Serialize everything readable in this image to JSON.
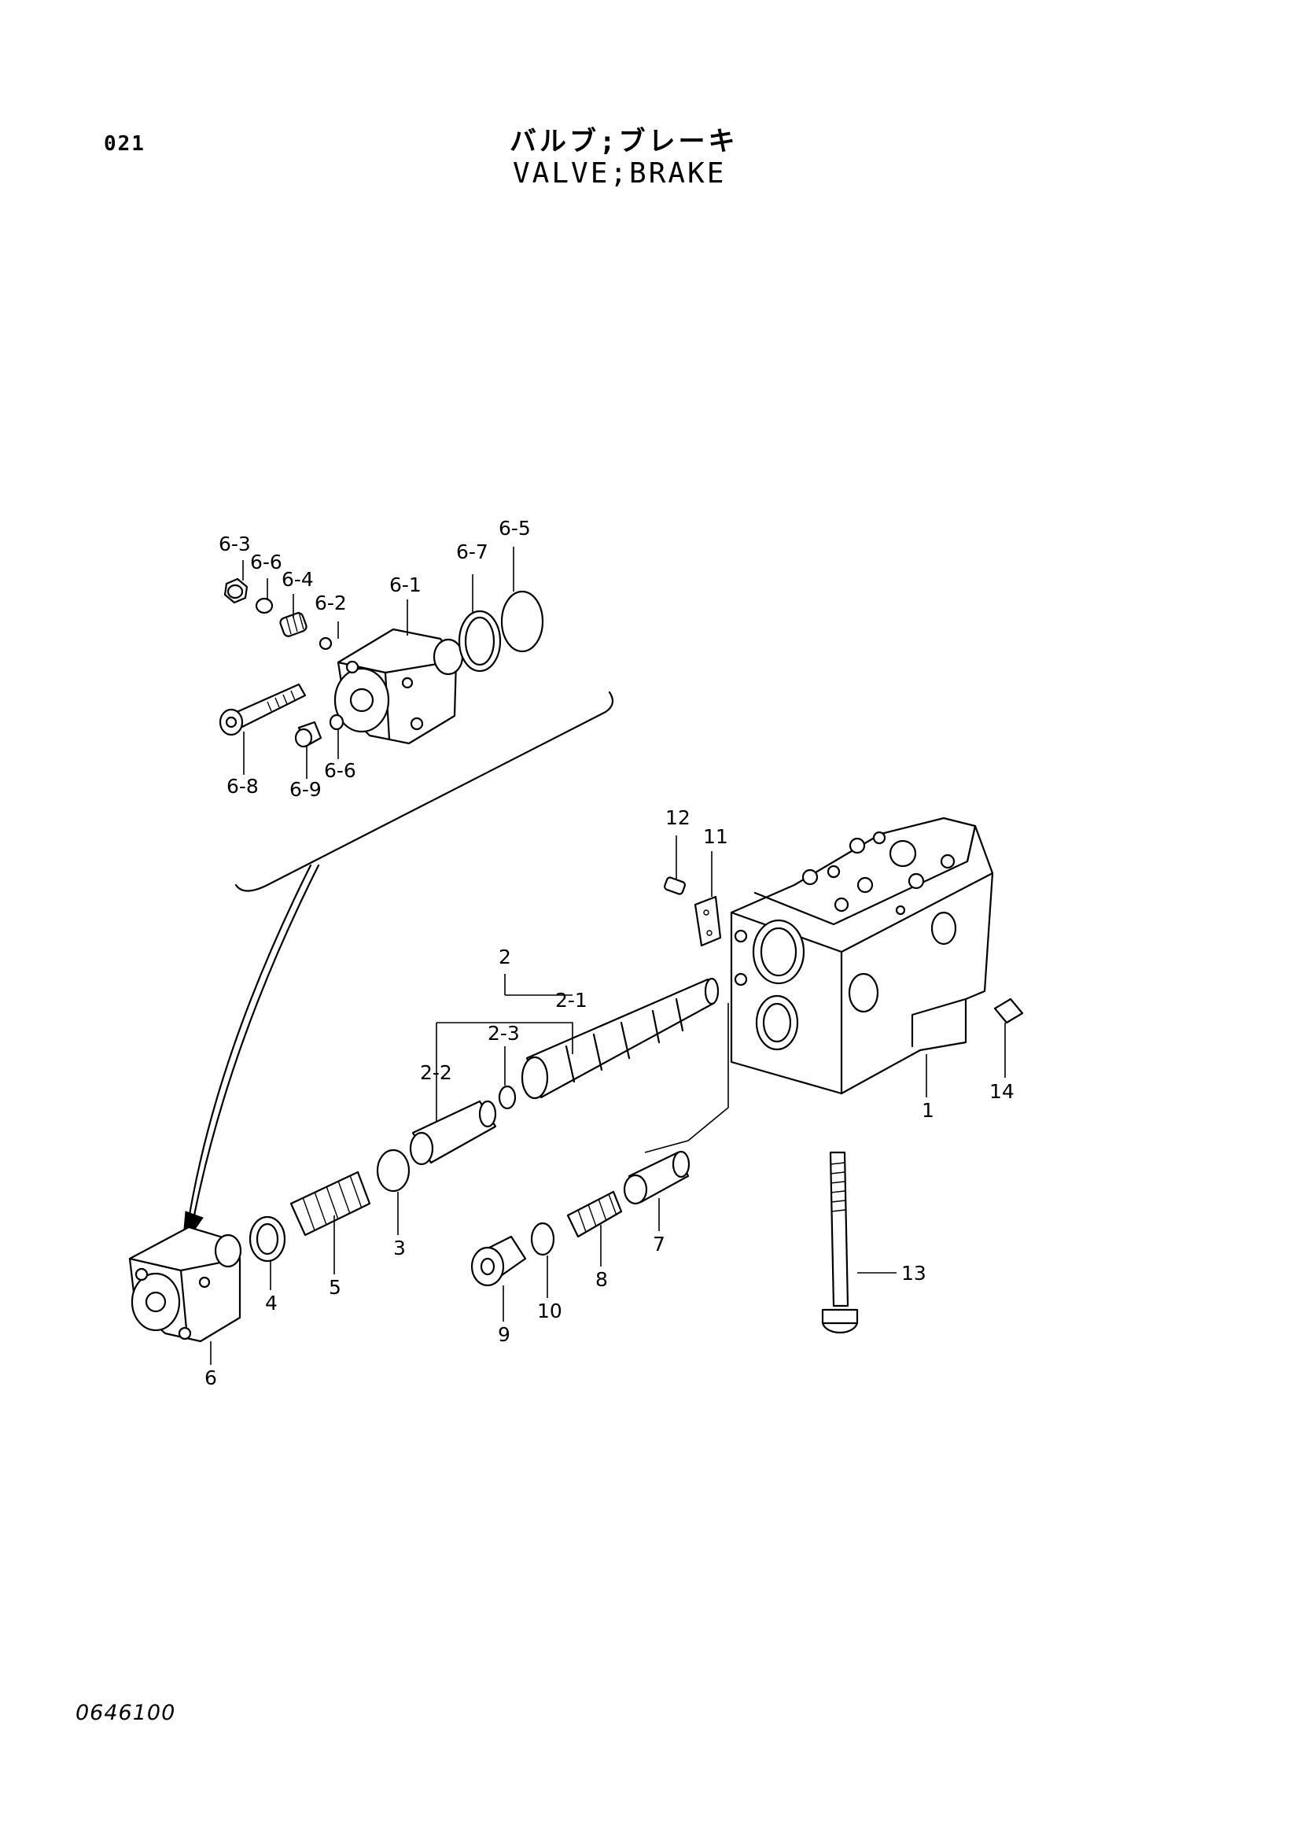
{
  "header": {
    "page_number": "021",
    "title_jp": "バルブ;ブレーキ",
    "title_en": "VALVE;BRAKE"
  },
  "footer": {
    "drawing_number": "0646100"
  },
  "callouts": {
    "c6_3": "6-3",
    "c6_6a": "6-6",
    "c6_4": "6-4",
    "c6_2": "6-2",
    "c6_1": "6-1",
    "c6_7": "6-7",
    "c6_5": "6-5",
    "c6_8": "6-8",
    "c6_9": "6-9",
    "c6_6b": "6-6",
    "c12": "12",
    "c11": "11",
    "c2": "2",
    "c2_1": "2-1",
    "c2_3": "2-3",
    "c2_2": "2-2",
    "c14": "14",
    "c1": "1",
    "c3": "3",
    "c4": "4",
    "c5": "5",
    "c6": "6",
    "c7": "7",
    "c8": "8",
    "c9": "9",
    "c10": "10",
    "c13": "13"
  }
}
